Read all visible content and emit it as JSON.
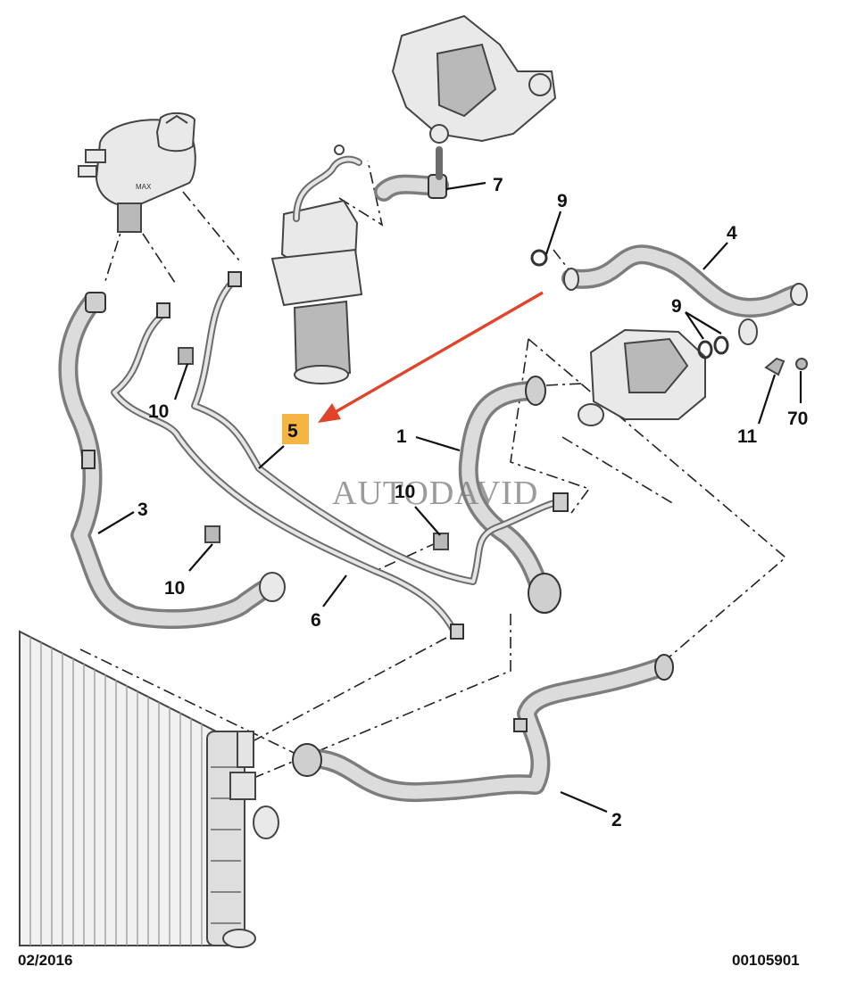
{
  "callouts": {
    "c1": "1",
    "c2": "2",
    "c3": "3",
    "c4": "4",
    "c5": "5",
    "c6": "6",
    "c7": "7",
    "c9a": "9",
    "c9b": "9",
    "c10a": "10",
    "c10b": "10",
    "c10c": "10",
    "c11": "11",
    "c70": "70"
  },
  "watermark": "AUTODAVID",
  "footer": {
    "date": "02/2016",
    "diagram_code": "00105901"
  },
  "colors": {
    "highlight": "#f6b443",
    "arrow": "#e0452c"
  }
}
